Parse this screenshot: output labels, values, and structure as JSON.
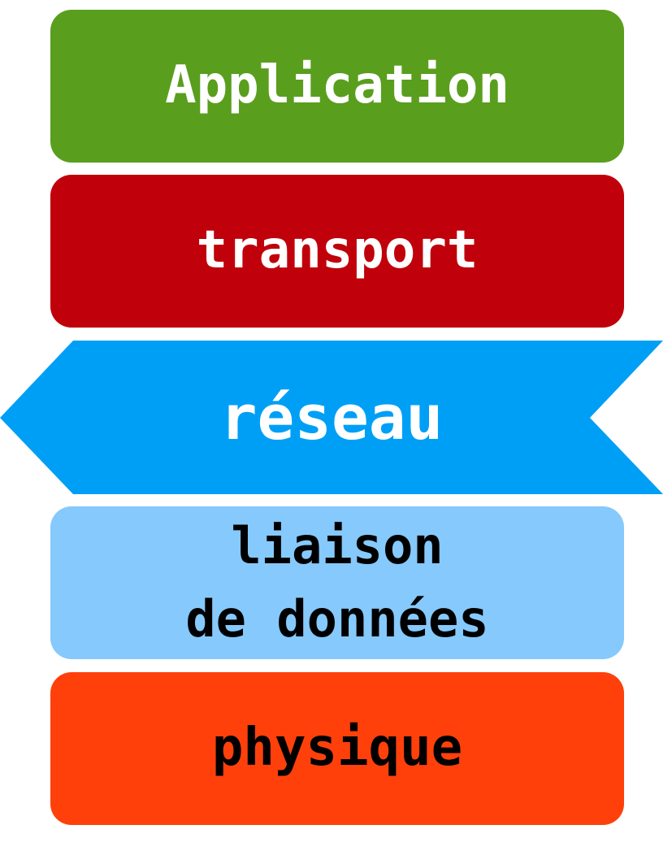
{
  "layers": [
    {
      "id": "application",
      "label": "Application",
      "bg": "#5a9e1e",
      "fg": "#ffffff"
    },
    {
      "id": "transport",
      "label": "transport",
      "bg": "#c0000a",
      "fg": "#ffffff"
    },
    {
      "id": "reseau",
      "label": "réseau",
      "bg": "#009ff6",
      "fg": "#ffffff",
      "highlighted": true
    },
    {
      "id": "liaison",
      "label_line1": "liaison",
      "label_line2": "de données",
      "bg": "#86c9fc",
      "fg": "#000000"
    },
    {
      "id": "physique",
      "label": "physique",
      "bg": "#ff400b",
      "fg": "#000000"
    }
  ]
}
